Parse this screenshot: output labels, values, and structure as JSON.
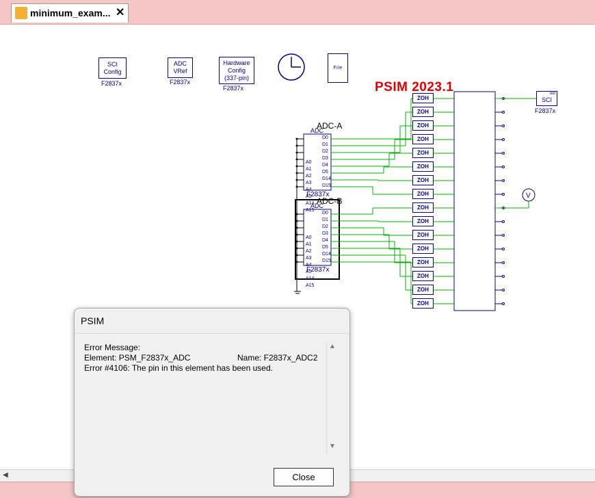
{
  "tab": {
    "title": "minimum_exam...",
    "close_glyph": "✕",
    "icon": "psim-file-icon"
  },
  "schematic": {
    "version_label": "PSIM 2023.1",
    "blocks": {
      "sci_config": {
        "text": "SCI\nConfig",
        "label": "F2837x"
      },
      "adc_vref": {
        "text": "ADC\nVRef",
        "label": "F2837x"
      },
      "hw_config": {
        "text": "Hardware\nConfig\n(337-pin)",
        "label": "F2837x"
      },
      "file": {
        "text": "File"
      },
      "sci_out": {
        "text": "SCI",
        "port": "out",
        "label": "F2837x"
      },
      "voltmeter": {
        "text": "V"
      }
    },
    "adc_a": {
      "name": "ADC-A",
      "header": "ADC",
      "label": "F2837x"
    },
    "adc_b": {
      "name": "ADC-B",
      "header": "ADC",
      "label": "F2837x"
    },
    "adc_inputs": [
      "A0",
      "A1",
      "A2",
      "A3",
      "A4",
      "A5",
      "A14",
      "A15"
    ],
    "adc_outputs": [
      "D0",
      "D1",
      "D2",
      "D3",
      "D4",
      "D5",
      "D14",
      "D15"
    ],
    "zoh_label": "ZOH",
    "zoh_count": 16
  },
  "dialog": {
    "title": "PSIM",
    "line1": "Error Message:",
    "line2": "Element: PSM_F2837x_ADC",
    "name": "Name: F2837x_ADC2",
    "line3": "Error #4106: The pin in this element has been used.",
    "close_label": "Close"
  },
  "colors": {
    "accent_pink": "#f4c6c6",
    "wire_green": "#00b000",
    "block_blue": "#000080",
    "title_red": "#e00000"
  }
}
